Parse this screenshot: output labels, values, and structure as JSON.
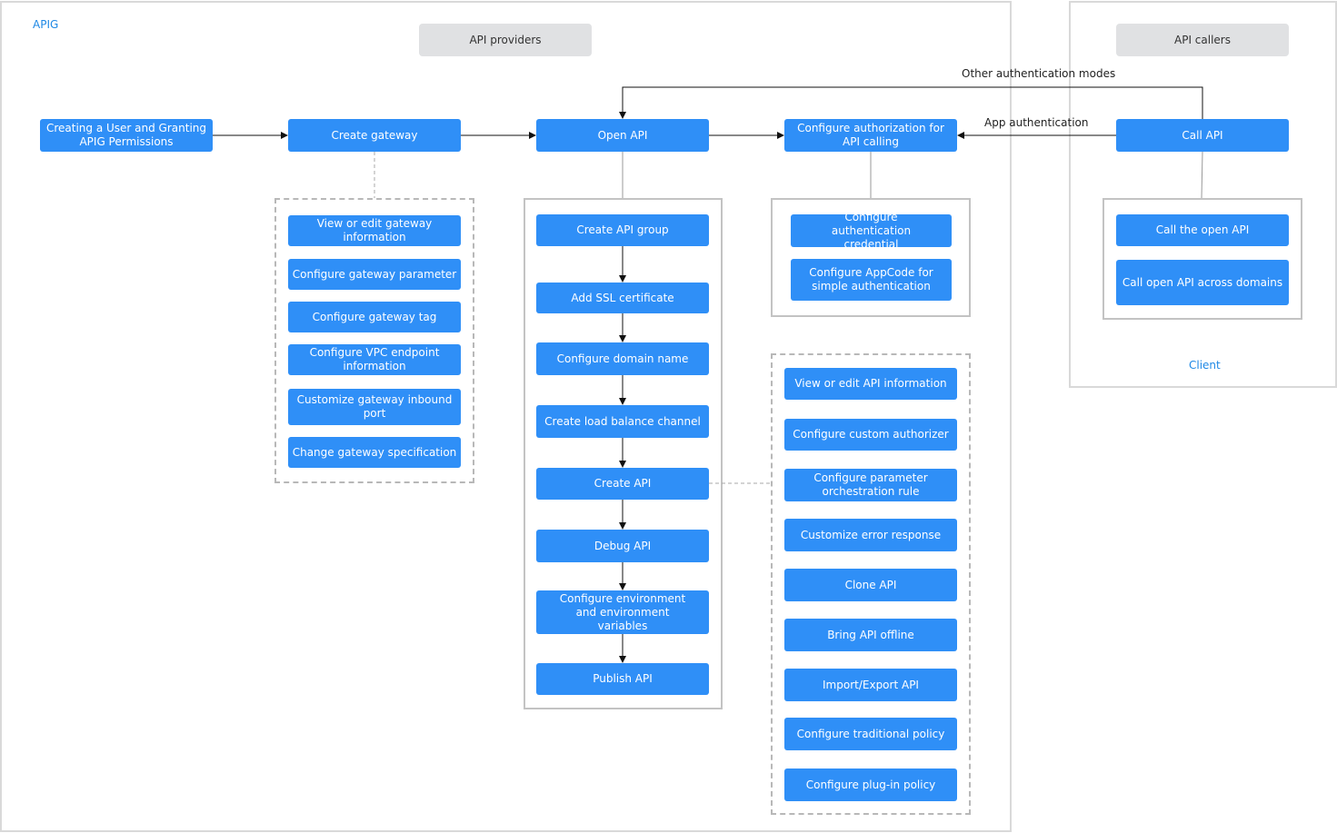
{
  "zones": {
    "apig": "APIG",
    "client": "Client",
    "providers": "API providers",
    "callers": "API callers"
  },
  "flow": {
    "create_user": "Creating a User and Granting APIG Permissions",
    "create_gateway": "Create gateway",
    "open_api": "Open API",
    "configure_authorization": "Configure authorization for API calling",
    "call_api": "Call API"
  },
  "edge_labels": {
    "other_auth": "Other authentication modes",
    "app_auth": "App authentication"
  },
  "gateway_tasks": [
    "View or edit gateway information",
    "Configure gateway parameter",
    "Configure gateway tag",
    "Configure VPC endpoint information",
    "Customize gateway inbound port",
    "Change gateway specification"
  ],
  "open_api_steps": [
    "Create API group",
    "Add SSL certificate",
    "Configure domain name",
    "Create load balance channel",
    "Create API",
    "Debug API",
    "Configure environment and environment variables",
    "Publish API"
  ],
  "authorization_tasks": [
    "Configure authentication credential",
    "Configure AppCode for simple authentication"
  ],
  "api_tasks": [
    "View or edit API information",
    "Configure custom authorizer",
    "Configure parameter orchestration rule",
    "Customize error response",
    "Clone API",
    "Bring API offline",
    "Import/Export API",
    "Configure traditional policy",
    "Configure plug-in policy"
  ],
  "call_tasks": [
    "Call the open API",
    "Call open API across domains"
  ],
  "colors": {
    "box": "#2f8ff7",
    "zone_label": "#1e88e5",
    "pill": "#e0e1e3"
  }
}
